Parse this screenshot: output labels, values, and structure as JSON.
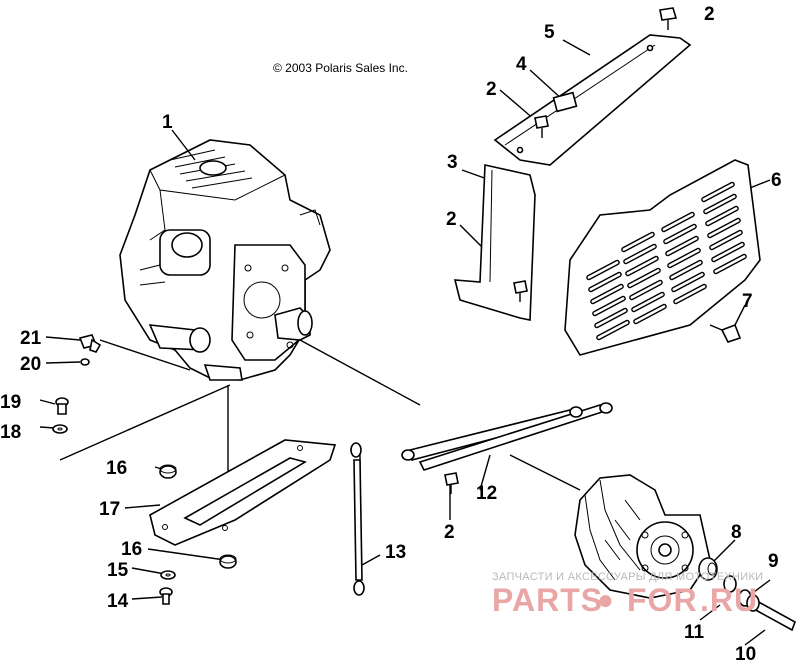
{
  "diagram": {
    "copyright": "© 2003 Polaris Sales Inc.",
    "callouts": [
      "1",
      "2",
      "2",
      "2",
      "2",
      "3",
      "4",
      "5",
      "6",
      "7",
      "8",
      "9",
      "10",
      "11",
      "12",
      "13",
      "14",
      "15",
      "16",
      "16",
      "17",
      "18",
      "19",
      "20",
      "21"
    ],
    "watermark": {
      "tagline": "ЗАПЧАСТИ И АКСЕССУАРЫ ДЛЯ МОТОТЕХНИКИ",
      "brand_left": "PARTS",
      "brand_right": "FOR",
      "brand_tld": ".RU"
    }
  }
}
